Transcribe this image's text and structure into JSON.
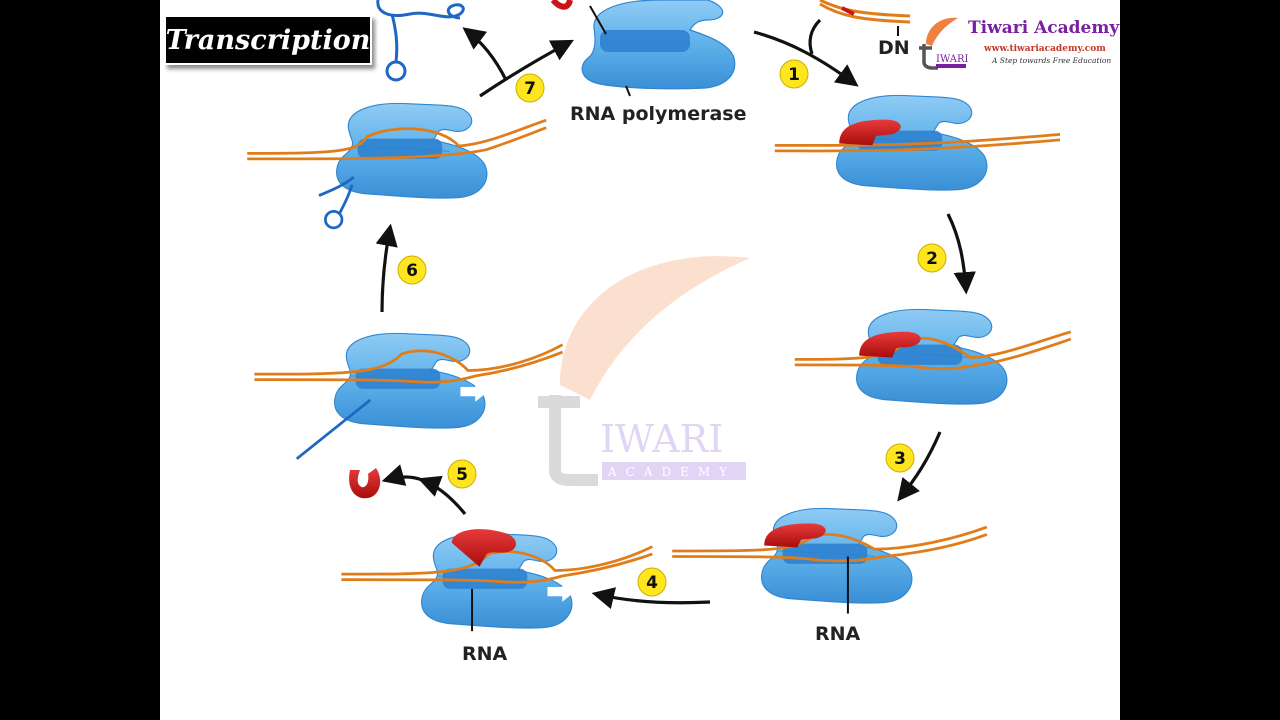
{
  "title": "Transcription",
  "labels": {
    "rna_polymerase": "RNA polymerase",
    "dna_partial": "DN",
    "rna_step3": "RNA",
    "rna_step4": "RNA"
  },
  "steps": [
    "1",
    "2",
    "3",
    "4",
    "5",
    "6",
    "7"
  ],
  "logo": {
    "name": "Tiwari Academy",
    "url": "www.tiwariacademy.com",
    "tagline": "A Step towards Free Education"
  },
  "colors": {
    "polymerase": "#5aaee8",
    "polymerase_dark": "#2b7fce",
    "dna": "#e07d1a",
    "sigma": "#cc1414",
    "rna": "#1f67c2",
    "badge": "#ffe51f",
    "logo_purple": "#7a1fa2",
    "logo_leaf": "#f08040"
  }
}
